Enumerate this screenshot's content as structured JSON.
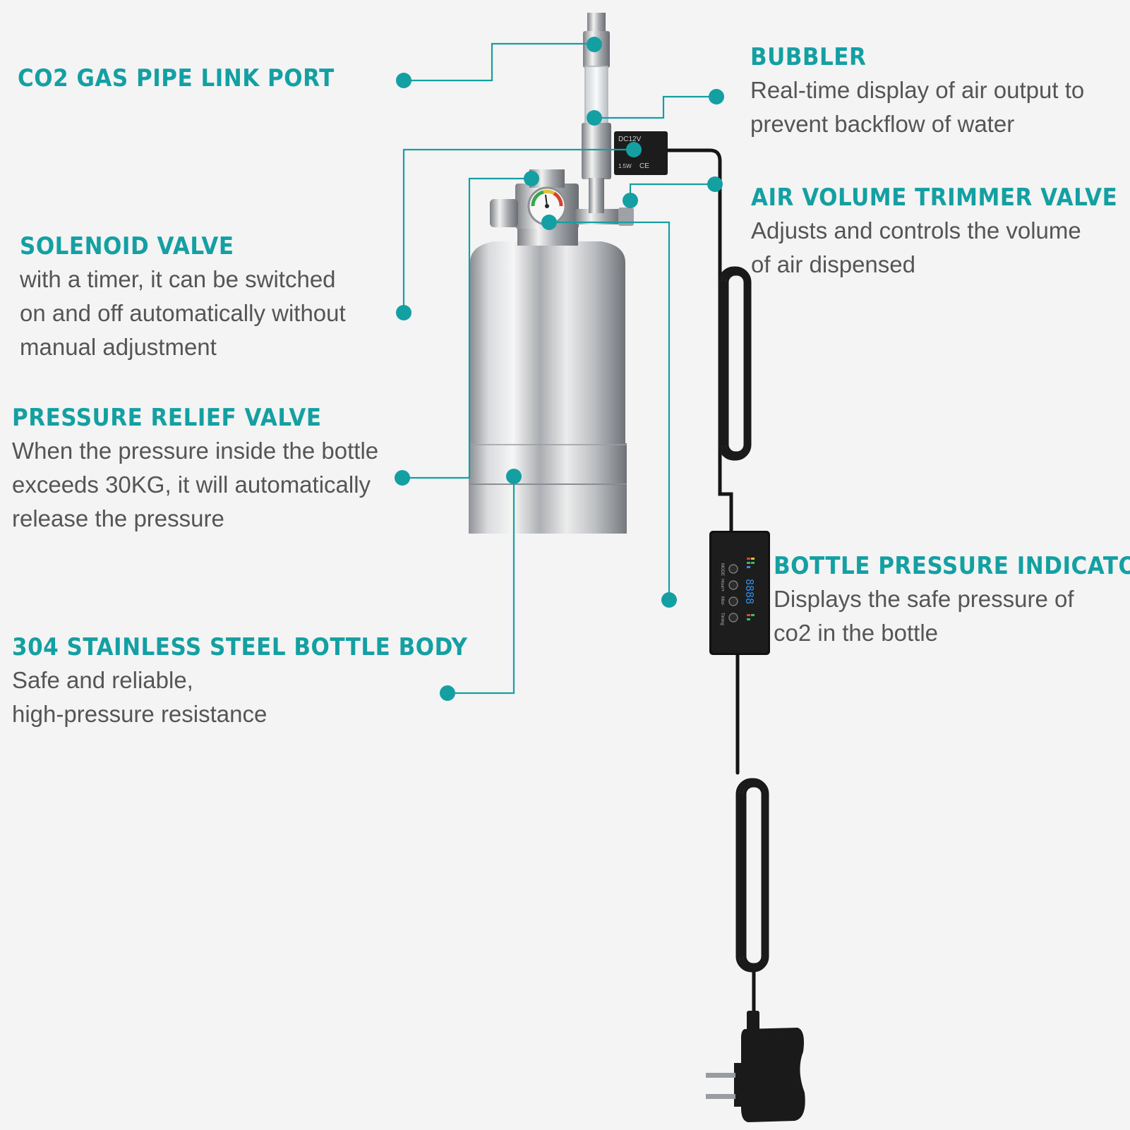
{
  "colors": {
    "accent": "#14a0a2",
    "text": "#555555",
    "background": "#f4f4f4"
  },
  "callouts": {
    "pipe_port": {
      "title": "CO2 GAS PIPE LINK PORT"
    },
    "bubbler": {
      "title": "BUBBLER",
      "lines": [
        "Real-time display of air output to",
        "prevent backflow of water"
      ]
    },
    "trimmer": {
      "title": "AIR VOLUME TRIMMER VALVE",
      "lines": [
        "Adjusts and controls the volume",
        "of air dispensed"
      ]
    },
    "solenoid": {
      "title": "SOLENOID VALVE",
      "lines": [
        "with a timer, it can be switched",
        "on and off automatically without",
        "manual adjustment"
      ]
    },
    "relief": {
      "title": "PRESSURE RELIEF VALVE",
      "lines": [
        "When the pressure inside the bottle",
        "exceeds 30KG, it will automatically",
        "release the pressure"
      ]
    },
    "indicator": {
      "title": "BOTTLE PRESSURE INDICATOR",
      "lines": [
        "Displays the safe pressure of",
        "co2 in the bottle"
      ]
    },
    "body": {
      "title": "304 STAINLESS STEEL BOTTLE BODY",
      "lines": [
        "Safe and reliable,",
        "high-pressure resistance"
      ]
    }
  },
  "solenoid_label": {
    "voltage": "DC12V",
    "power": "1.5W",
    "mark": "CE"
  },
  "controller": {
    "buttons": [
      "MODE",
      "Hour/+",
      "Min/-",
      "Timing"
    ],
    "display": "8888"
  }
}
